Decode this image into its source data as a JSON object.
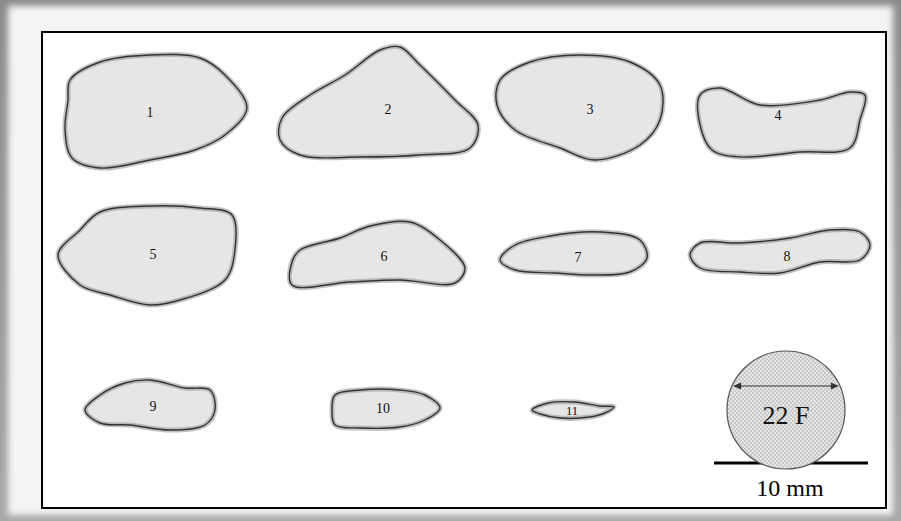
{
  "diagram": {
    "nodes": [
      {
        "text": [
          "1"
        ]
      },
      {
        "text": [
          "2"
        ]
      },
      {
        "text": [
          "3"
        ]
      },
      {
        "text": [
          "4"
        ]
      },
      {
        "text": [
          "5"
        ]
      },
      {
        "text": [
          "6"
        ]
      },
      {
        "text": [
          "7"
        ]
      },
      {
        "text": [
          "8"
        ]
      },
      {
        "text": [
          "9"
        ]
      },
      {
        "text": [
          "10"
        ]
      },
      {
        "text": [
          "11"
        ]
      },
      {
        "text": [
          "22 F"
        ]
      }
    ],
    "labels": [
      "10 mm"
    ]
  }
}
